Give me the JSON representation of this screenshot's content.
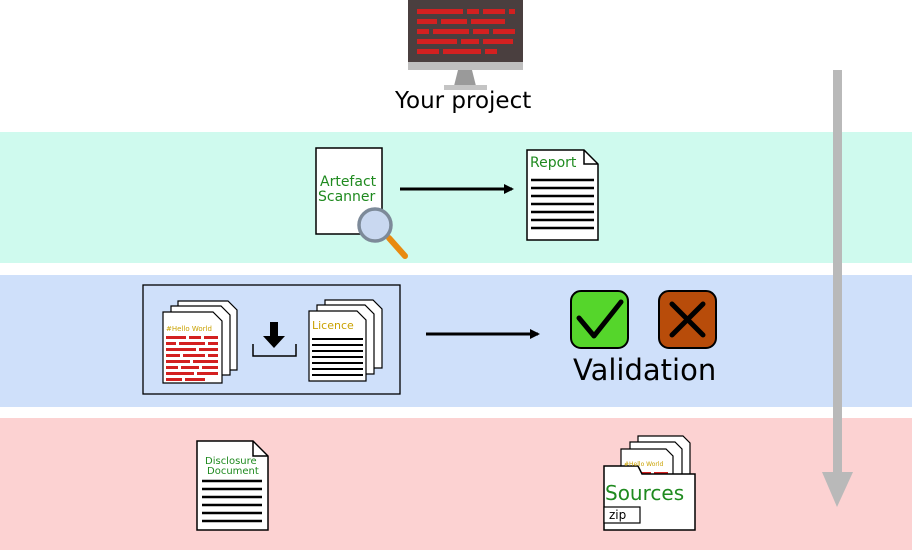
{
  "project": {
    "label": "Your project"
  },
  "scanner": {
    "doc_line1": "Artefact",
    "doc_line2": "Scanner",
    "report_label": "Report"
  },
  "validation": {
    "source_doc_text": "#Hello World",
    "licence_label": "Licence",
    "label": "Validation"
  },
  "disclosure": {
    "doc_line1": "Disclosure",
    "doc_line2": "Document",
    "sources_label": "Sources",
    "zip_label": "zip",
    "folder_doc_text": "#Hello World"
  },
  "colors": {
    "band_scanner": "#cffaee",
    "band_validation": "#cfe0fa",
    "band_disclosure": "#fcd2d2",
    "accent_text": "#1f8a1f",
    "pass": "#55d62b",
    "fail": "#b84c0a",
    "code_red": "#d32020"
  },
  "icons": [
    "computer-monitor-icon",
    "magnifier-icon",
    "document-stack-icon",
    "download-icon",
    "check-icon",
    "cross-icon",
    "folder-icon",
    "flow-arrow-icon"
  ]
}
